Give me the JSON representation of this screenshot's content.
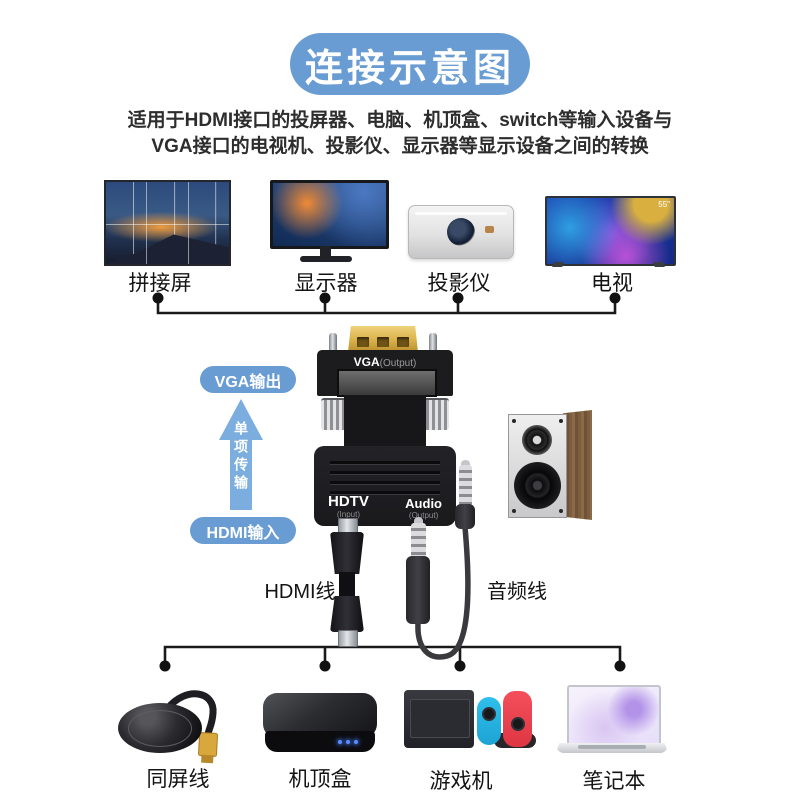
{
  "title": "连接示意图",
  "subtitle": {
    "line1": "适用于HDMI接口的投屏器、电脑、机顶盒、switch等输入设备与",
    "line2": "VGA接口的电视机、投影仪、显示器等显示设备之间的转换"
  },
  "colors": {
    "accent_blue": "#6A9CD4",
    "arrow_blue": "#7BADDE",
    "line_black": "#1A1A1A"
  },
  "top_row": {
    "devices": [
      {
        "label": "拼接屏"
      },
      {
        "label": "显示器"
      },
      {
        "label": "投影仪"
      },
      {
        "label": "电视",
        "badge": "55\""
      }
    ]
  },
  "flow": {
    "vga_out": "VGA输出",
    "arrow": "单项传输",
    "hdmi_in": "HDMI输入"
  },
  "adapter": {
    "vga": "VGA",
    "vga_sub": "(Output)",
    "hdtv": "HDTV",
    "hdtv_sub": "(Input)",
    "audio": "Audio",
    "audio_sub": "(Output)"
  },
  "cables": {
    "hdmi": "HDMI线",
    "audio": "音频线"
  },
  "bottom_row": {
    "devices": [
      {
        "label": "同屏线"
      },
      {
        "label": "机顶盒"
      },
      {
        "label": "游戏机"
      },
      {
        "label": "笔记本"
      }
    ]
  }
}
